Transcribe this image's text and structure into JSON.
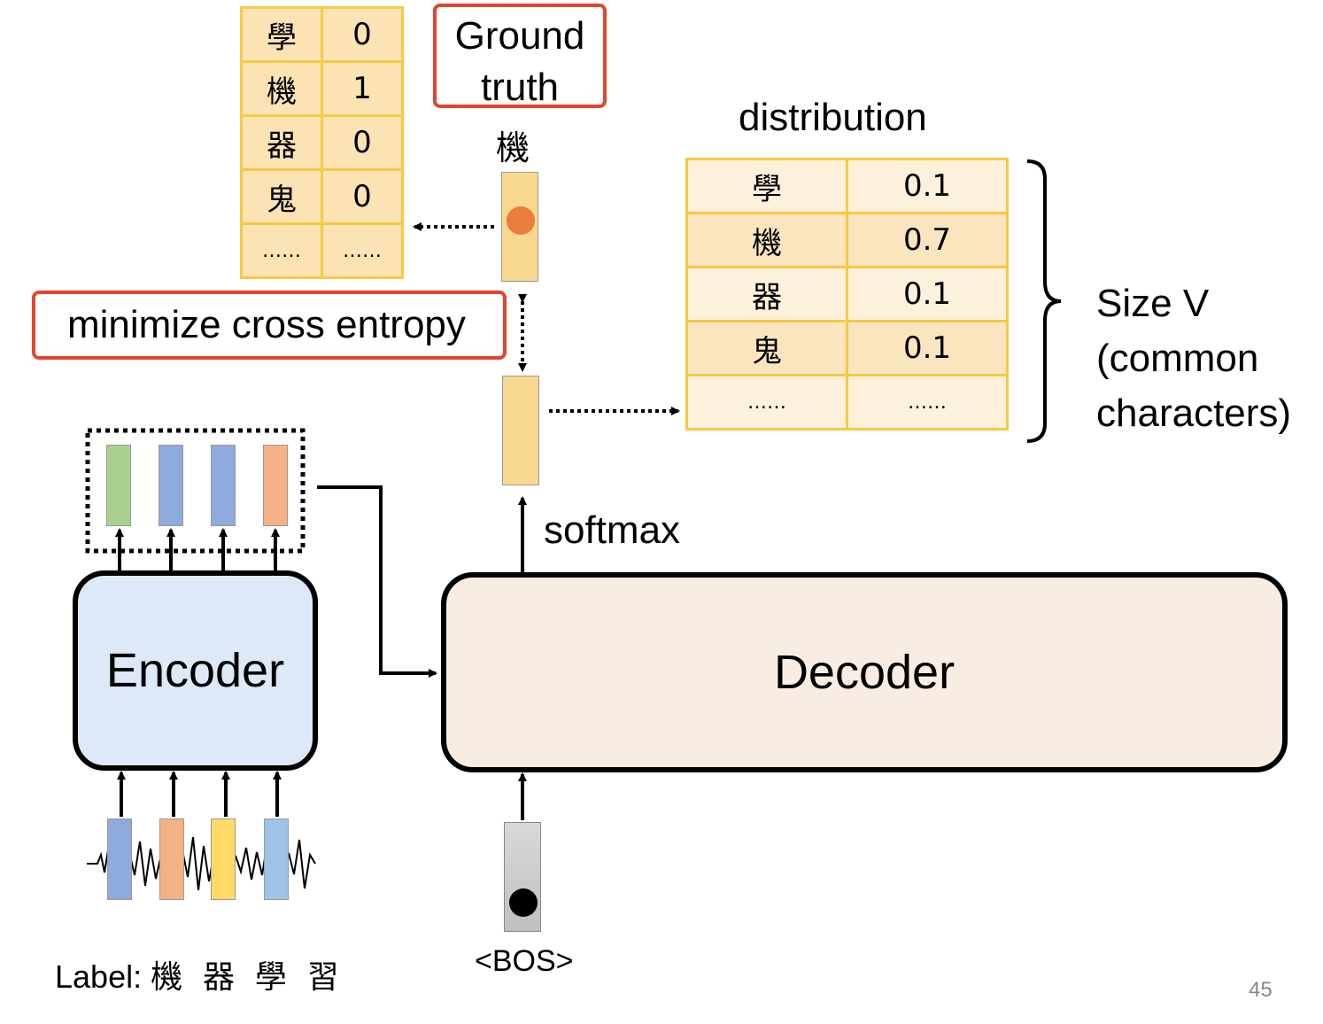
{
  "ground_truth_label": "Ground truth",
  "ground_truth_char": "機",
  "ground_truth_table": [
    {
      "char": "學",
      "value": "0"
    },
    {
      "char": "機",
      "value": "1"
    },
    {
      "char": "器",
      "value": "0"
    },
    {
      "char": "鬼",
      "value": "0"
    },
    {
      "char": "……",
      "value": "……"
    }
  ],
  "cross_entropy_label": "minimize cross entropy",
  "distribution_label": "distribution",
  "distribution_table": [
    {
      "char": "學",
      "value": "0.1"
    },
    {
      "char": "機",
      "value": "0.7"
    },
    {
      "char": "器",
      "value": "0.1"
    },
    {
      "char": "鬼",
      "value": "0.1"
    },
    {
      "char": "……",
      "value": "……"
    }
  ],
  "size_label": "Size V\n(common\ncharacters)",
  "softmax_label": "softmax",
  "encoder_label": "Encoder",
  "decoder_label": "Decoder",
  "bos_label": "<BOS>",
  "label_prefix": "Label:",
  "label_chars": "機  器  學  習",
  "page_number": "45",
  "colors": {
    "encoder_fill": "#dde9f7",
    "decoder_fill": "#f7ede2",
    "highlight_red": "#e2452d",
    "table_border": "#f6c945",
    "vector_yellow": "#f8d78f",
    "orange_dot": "#ea7d3c"
  }
}
